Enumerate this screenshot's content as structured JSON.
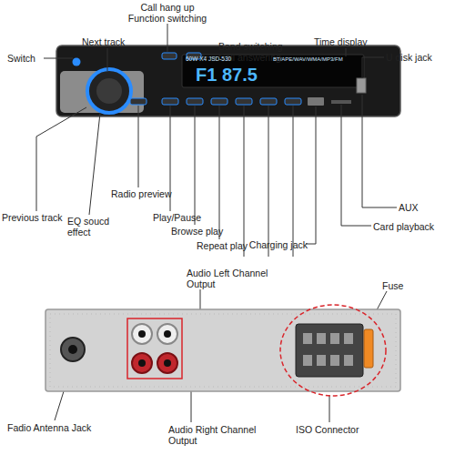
{
  "diagram": {
    "labels": [
      "Call hang up Function switching",
      "Switch",
      "Next track",
      "Band switching Call answering",
      "Time display",
      "U disk jack",
      "60W X4 JSD-530",
      "F1 87.5",
      "BT/APE/WAV/WMA/MP3/FM",
      "Previous track",
      "EQ soucd effect",
      "Radio preview",
      "Play/Pause",
      "Browse play",
      "Repeat play",
      "Charging jack",
      "AUX",
      "Card playback",
      "Audio Left Channel Output",
      "Fuse",
      "Fadio Antenna Jack",
      "Audio Right Channel Output",
      "ISO Connector"
    ]
  }
}
